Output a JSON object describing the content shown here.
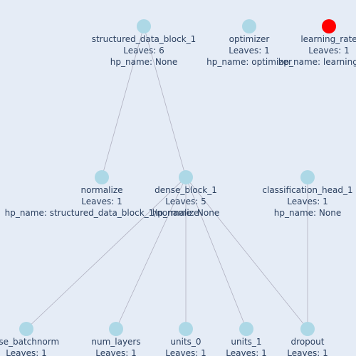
{
  "colors": {
    "background": "#e5ecf6",
    "node": "#add8e6",
    "selected_node": "#ff0000",
    "edge": "#b0b0c0",
    "text": "#2a3f5f"
  },
  "nodes": [
    {
      "id": "structured_data_block_1",
      "label": "structured_data_block_1",
      "leaves": "Leaves: 6",
      "hp": "hp_name: None",
      "selected": false
    },
    {
      "id": "optimizer",
      "label": "optimizer",
      "leaves": "Leaves: 1",
      "hp": "hp_name: optimizer",
      "selected": false
    },
    {
      "id": "learning_rate",
      "label": "learning_rate",
      "leaves": "Leaves: 1",
      "hp": "hp_name: learning_rate",
      "selected": true
    },
    {
      "id": "normalize",
      "label": "normalize",
      "leaves": "Leaves: 1",
      "hp": "hp_name: structured_data_block_1/normalize",
      "selected": false
    },
    {
      "id": "dense_block_1",
      "label": "dense_block_1",
      "leaves": "Leaves: 5",
      "hp": "hp_name: None",
      "selected": false
    },
    {
      "id": "classification_head_1",
      "label": "classification_head_1",
      "leaves": "Leaves: 1",
      "hp": "hp_name: None",
      "selected": false
    },
    {
      "id": "use_batchnorm",
      "label": "use_batchnorm",
      "leaves": "Leaves: 1",
      "hp": "",
      "selected": false
    },
    {
      "id": "num_layers",
      "label": "num_layers",
      "leaves": "Leaves: 1",
      "hp": "",
      "selected": false
    },
    {
      "id": "units_0",
      "label": "units_0",
      "leaves": "Leaves: 1",
      "hp": "",
      "selected": false
    },
    {
      "id": "units_1",
      "label": "units_1",
      "leaves": "Leaves: 1",
      "hp": "",
      "selected": false
    },
    {
      "id": "dropout",
      "label": "dropout",
      "leaves": "Leaves: 1",
      "hp": "",
      "selected": false
    }
  ],
  "edges": [
    [
      "structured_data_block_1",
      "normalize"
    ],
    [
      "structured_data_block_1",
      "dense_block_1"
    ],
    [
      "dense_block_1",
      "use_batchnorm"
    ],
    [
      "dense_block_1",
      "num_layers"
    ],
    [
      "dense_block_1",
      "units_0"
    ],
    [
      "dense_block_1",
      "units_1"
    ],
    [
      "dense_block_1",
      "dropout"
    ],
    [
      "classification_head_1",
      "dropout"
    ]
  ]
}
